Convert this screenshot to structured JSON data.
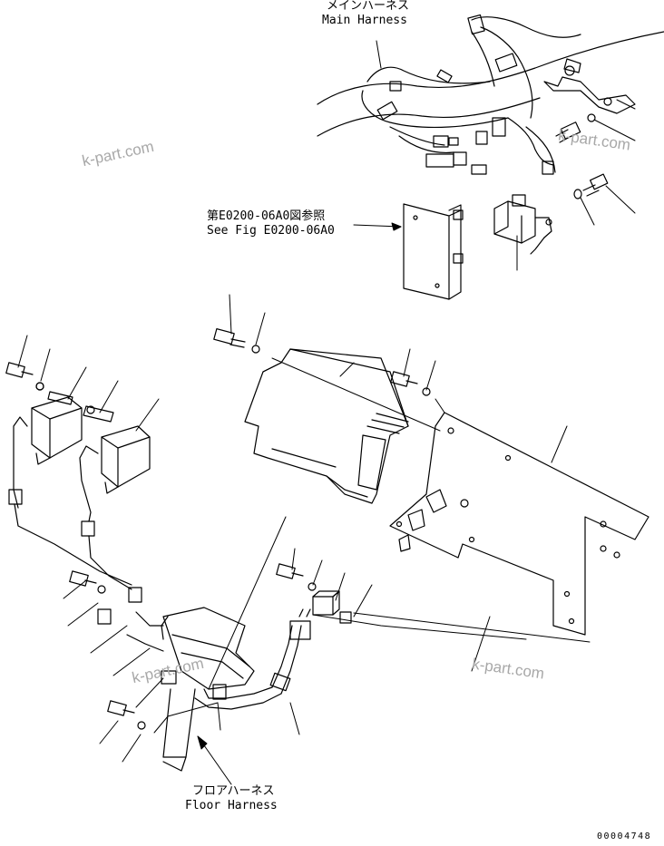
{
  "callouts": {
    "main_harness_jp": "メインハーネス",
    "main_harness_en": "Main Harness",
    "see_fig_jp": "第E0200-06A0図参照",
    "see_fig_en": "See Fig E0200-06A0",
    "floor_harness_jp": "フロアハーネス",
    "floor_harness_en": "Floor Harness"
  },
  "watermarks": [
    "k-part.com",
    "k-part.com",
    "k-part.com",
    "k-part.com"
  ],
  "drawing_number": "00004748",
  "colors": {
    "line": "#000000",
    "watermark": "#a8a8a8",
    "background": "#ffffff"
  }
}
